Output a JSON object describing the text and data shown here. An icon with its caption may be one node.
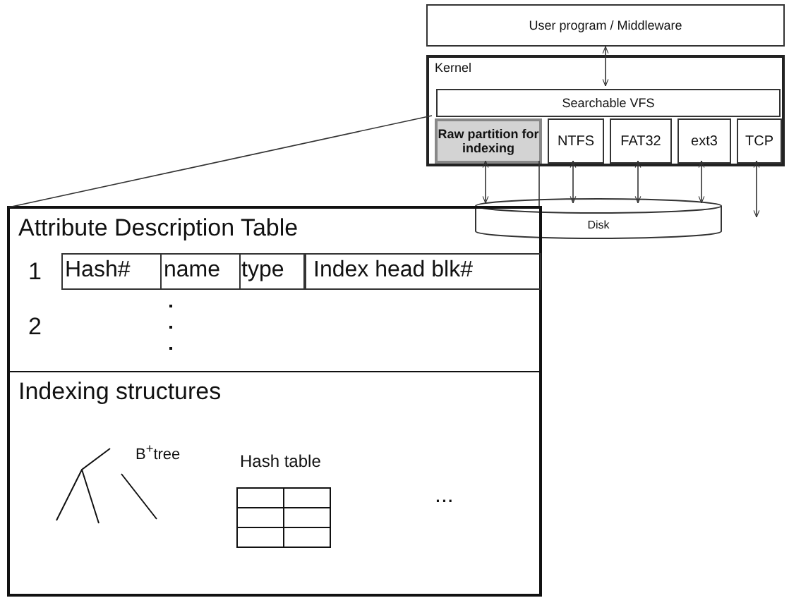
{
  "diagram": {
    "nodes": [
      {
        "text": [
          "User program / Middleware"
        ]
      },
      {
        "text": [
          "Kernel"
        ]
      },
      {
        "text": [
          "Searchable VFS"
        ],
        "in": 1
      },
      {
        "text": [
          "Raw partition for indexing"
        ],
        "in": 1
      },
      {
        "text": [
          "NTFS"
        ],
        "in": 1
      },
      {
        "text": [
          "FAT32"
        ],
        "in": 1
      },
      {
        "text": [
          "ext3"
        ],
        "in": 1
      },
      {
        "text": [
          "TCP"
        ],
        "in": 1
      },
      {
        "text": [
          "Disk"
        ]
      },
      {
        "text": [
          "Attribute Description Table"
        ]
      },
      {
        "text": [
          "Indexing structures"
        ]
      }
    ],
    "edges": [
      {
        "from": 0,
        "to": 2,
        "arrow": "both"
      },
      {
        "from": 3,
        "to": 8,
        "arrow": "both"
      },
      {
        "from": 4,
        "to": 8,
        "arrow": "both"
      },
      {
        "from": 5,
        "to": 8,
        "arrow": "both"
      },
      {
        "from": 6,
        "to": 8,
        "arrow": "both"
      },
      {
        "from": 7,
        "to": null,
        "arrow": "both"
      },
      {
        "from": 3,
        "to": 9,
        "arrow": "none"
      }
    ],
    "labels": [
      "1",
      "Hash#",
      "name",
      "type",
      "Index head blk#",
      "2",
      "B$^{+}$tree",
      "Hash table",
      "..."
    ]
  }
}
